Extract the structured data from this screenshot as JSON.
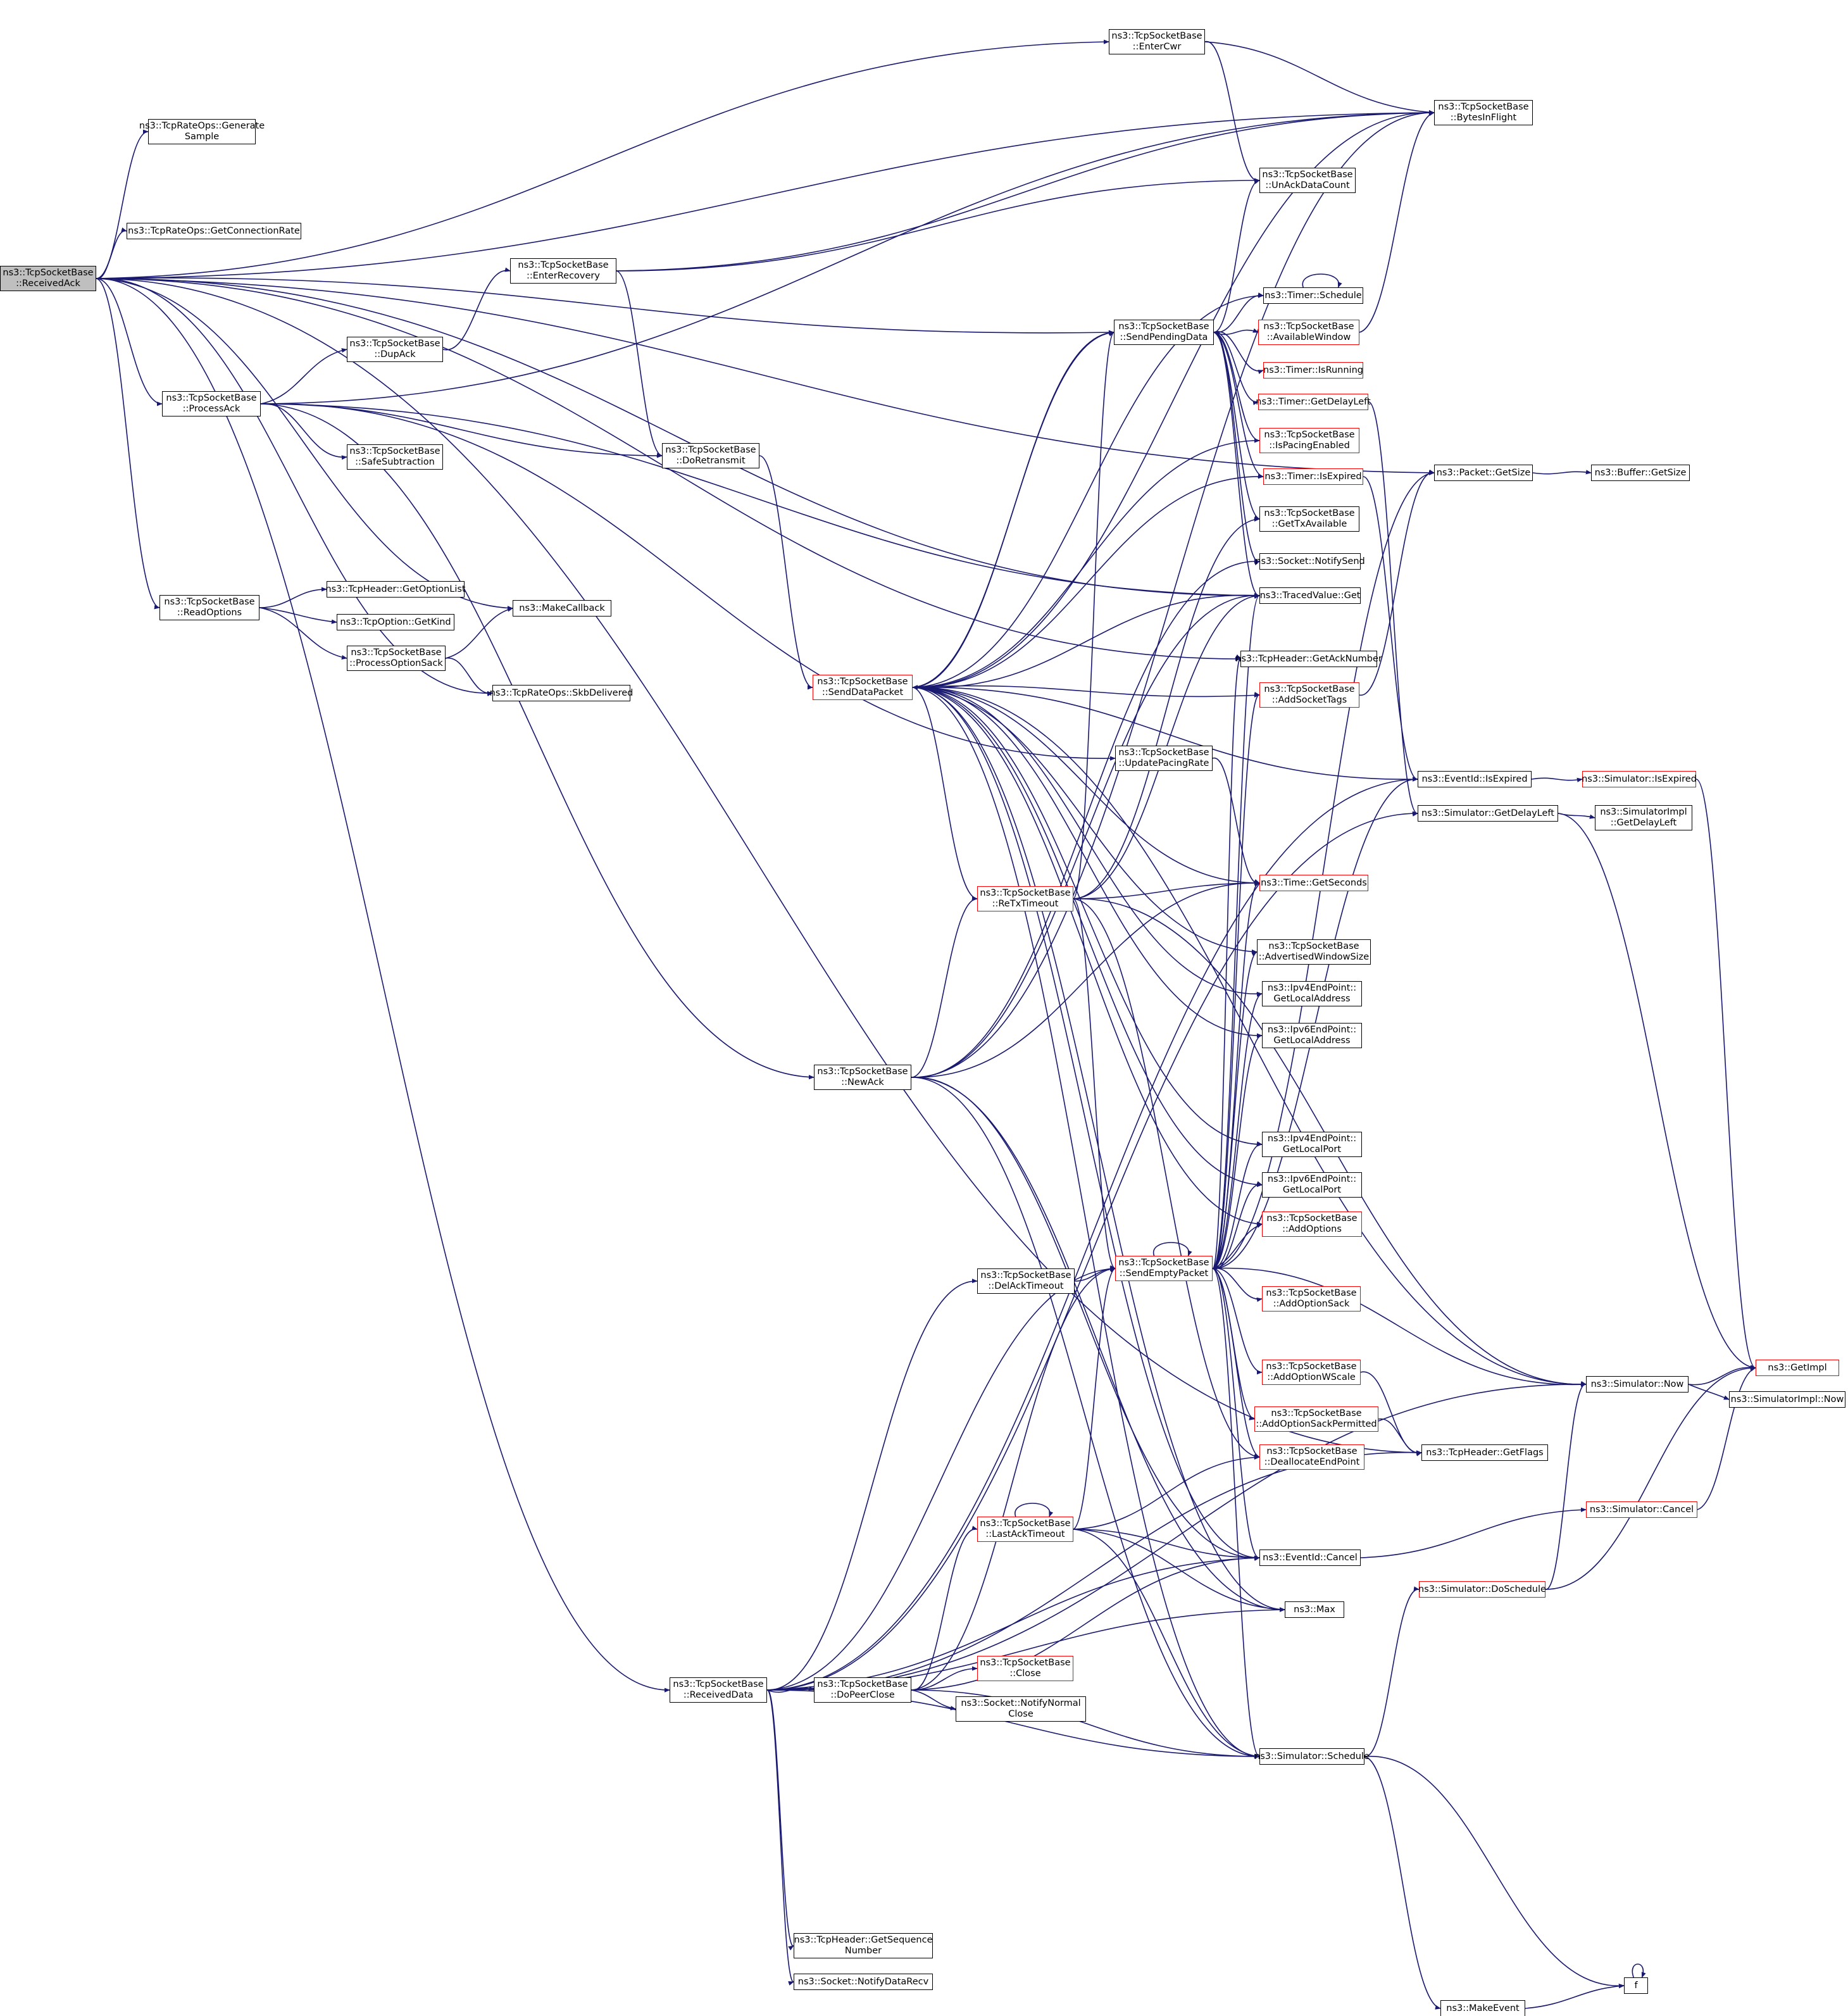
{
  "graph": {
    "colors": {
      "edge": "#191970",
      "node_border": "#000000",
      "truncated_border": "#ff0000",
      "root_fill": "#bfbfbf"
    },
    "nodes": {
      "received_ack": [
        "ns3::TcpSocketBase",
        "::ReceivedAck"
      ],
      "enter_cwr": [
        "ns3::TcpSocketBase",
        "::EnterCwr"
      ],
      "bytes_in_flight": [
        "ns3::TcpSocketBase",
        "::BytesInFlight"
      ],
      "generate_sample": [
        "ns3::TcpRateOps::Generate",
        "Sample"
      ],
      "get_connection_rate": [
        "ns3::TcpRateOps::GetConnectionRate"
      ],
      "un_ack_data_count": [
        "ns3::TcpSocketBase",
        "::UnAckDataCount"
      ],
      "enter_recovery": [
        "ns3::TcpSocketBase",
        "::EnterRecovery"
      ],
      "timer_schedule": [
        "ns3::Timer::Schedule"
      ],
      "send_pending_data": [
        "ns3::TcpSocketBase",
        "::SendPendingData"
      ],
      "available_window": [
        "ns3::TcpSocketBase",
        "::AvailableWindow"
      ],
      "dup_ack": [
        "ns3::TcpSocketBase",
        "::DupAck"
      ],
      "timer_is_running": [
        "ns3::Timer::IsRunning"
      ],
      "process_ack": [
        "ns3::TcpSocketBase",
        "::ProcessAck"
      ],
      "timer_get_delay_left": [
        "ns3::Timer::GetDelayLeft"
      ],
      "is_pacing_enabled": [
        "ns3::TcpSocketBase",
        "::IsPacingEnabled"
      ],
      "safe_subtraction": [
        "ns3::TcpSocketBase",
        "::SafeSubtraction"
      ],
      "do_retransmit": [
        "ns3::TcpSocketBase",
        "::DoRetransmit"
      ],
      "packet_get_size": [
        "ns3::Packet::GetSize"
      ],
      "buffer_get_size": [
        "ns3::Buffer::GetSize"
      ],
      "timer_is_expired": [
        "ns3::Timer::IsExpired"
      ],
      "get_tx_available": [
        "ns3::TcpSocketBase",
        "::GetTxAvailable"
      ],
      "notify_send": [
        "ns3::Socket::NotifySend"
      ],
      "get_option_list": [
        "ns3::TcpHeader::GetOptionList"
      ],
      "read_options": [
        "ns3::TcpSocketBase",
        "::ReadOptions"
      ],
      "traced_value_get": [
        "ns3::TracedValue::Get"
      ],
      "make_callback": [
        "ns3::MakeCallback"
      ],
      "tcp_option_get_kind": [
        "ns3::TcpOption::GetKind"
      ],
      "process_option_sack": [
        "ns3::TcpSocketBase",
        "::ProcessOptionSack"
      ],
      "get_ack_number": [
        "ns3::TcpHeader::GetAckNumber"
      ],
      "skb_delivered": [
        "ns3::TcpRateOps::SkbDelivered"
      ],
      "send_data_packet": [
        "ns3::TcpSocketBase",
        "::SendDataPacket"
      ],
      "add_socket_tags": [
        "ns3::TcpSocketBase",
        "::AddSocketTags"
      ],
      "update_pacing_rate": [
        "ns3::TcpSocketBase",
        "::UpdatePacingRate"
      ],
      "event_is_expired": [
        "ns3::EventId::IsExpired"
      ],
      "sim_is_expired": [
        "ns3::Simulator::IsExpired"
      ],
      "sim_get_delay_left": [
        "ns3::Simulator::GetDelayLeft"
      ],
      "impl_get_delay_left": [
        "ns3::SimulatorImpl",
        "::GetDelayLeft"
      ],
      "retx_timeout": [
        "ns3::TcpSocketBase",
        "::ReTxTimeout"
      ],
      "time_get_seconds": [
        "ns3::Time::GetSeconds"
      ],
      "advertised_window_size": [
        "ns3::TcpSocketBase",
        "::AdvertisedWindowSize"
      ],
      "ipv4_get_local_address": [
        "ns3::Ipv4EndPoint::",
        "GetLocalAddress"
      ],
      "ipv6_get_local_address": [
        "ns3::Ipv6EndPoint::",
        "GetLocalAddress"
      ],
      "new_ack": [
        "ns3::TcpSocketBase",
        "::NewAck"
      ],
      "ipv4_get_local_port": [
        "ns3::Ipv4EndPoint::",
        "GetLocalPort"
      ],
      "ipv6_get_local_port": [
        "ns3::Ipv6EndPoint::",
        "GetLocalPort"
      ],
      "add_options": [
        "ns3::TcpSocketBase",
        "::AddOptions"
      ],
      "del_ack_timeout": [
        "ns3::TcpSocketBase",
        "::DelAckTimeout"
      ],
      "send_empty_packet": [
        "ns3::TcpSocketBase",
        "::SendEmptyPacket"
      ],
      "add_option_sack": [
        "ns3::TcpSocketBase",
        "::AddOptionSack"
      ],
      "get_impl": [
        "ns3::GetImpl"
      ],
      "add_option_wscale": [
        "ns3::TcpSocketBase",
        "::AddOptionWScale"
      ],
      "sim_now": [
        "ns3::Simulator::Now"
      ],
      "impl_now": [
        "ns3::SimulatorImpl::Now"
      ],
      "add_option_sack_permitted": [
        "ns3::TcpSocketBase",
        "::AddOptionSackPermitted"
      ],
      "get_flags": [
        "ns3::TcpHeader::GetFlags"
      ],
      "deallocate_end_point": [
        "ns3::TcpSocketBase",
        "::DeallocateEndPoint"
      ],
      "sim_cancel": [
        "ns3::Simulator::Cancel"
      ],
      "last_ack_timeout": [
        "ns3::TcpSocketBase",
        "::LastAckTimeout"
      ],
      "event_cancel": [
        "ns3::EventId::Cancel"
      ],
      "sim_do_schedule": [
        "ns3::Simulator::DoSchedule"
      ],
      "max": [
        "ns3::Max"
      ],
      "tcp_close": [
        "ns3::TcpSocketBase",
        "::Close"
      ],
      "received_data": [
        "ns3::TcpSocketBase",
        "::ReceivedData"
      ],
      "do_peer_close": [
        "ns3::TcpSocketBase",
        "::DoPeerClose"
      ],
      "notify_normal_close": [
        "ns3::Socket::NotifyNormal",
        "Close"
      ],
      "sim_schedule": [
        "ns3::Simulator::Schedule"
      ],
      "get_sequence_number": [
        "ns3::TcpHeader::GetSequence",
        "Number"
      ],
      "notify_data_recv": [
        "ns3::Socket::NotifyDataRecv"
      ],
      "make_event": [
        "ns3::MakeEvent"
      ],
      "f": [
        "f"
      ]
    }
  }
}
